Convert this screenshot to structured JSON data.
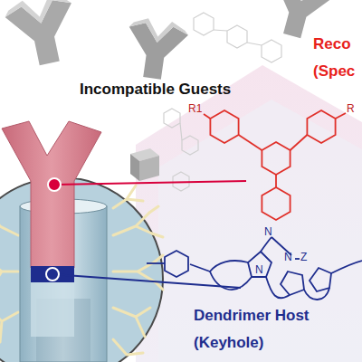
{
  "diagram": {
    "labels": [
      "Incompatible Guests",
      "Reco",
      "(Spec",
      "Dendrimer Host",
      "(Keyhole)",
      "R1",
      "R",
      "N",
      "N",
      "N",
      "Z"
    ]
  }
}
